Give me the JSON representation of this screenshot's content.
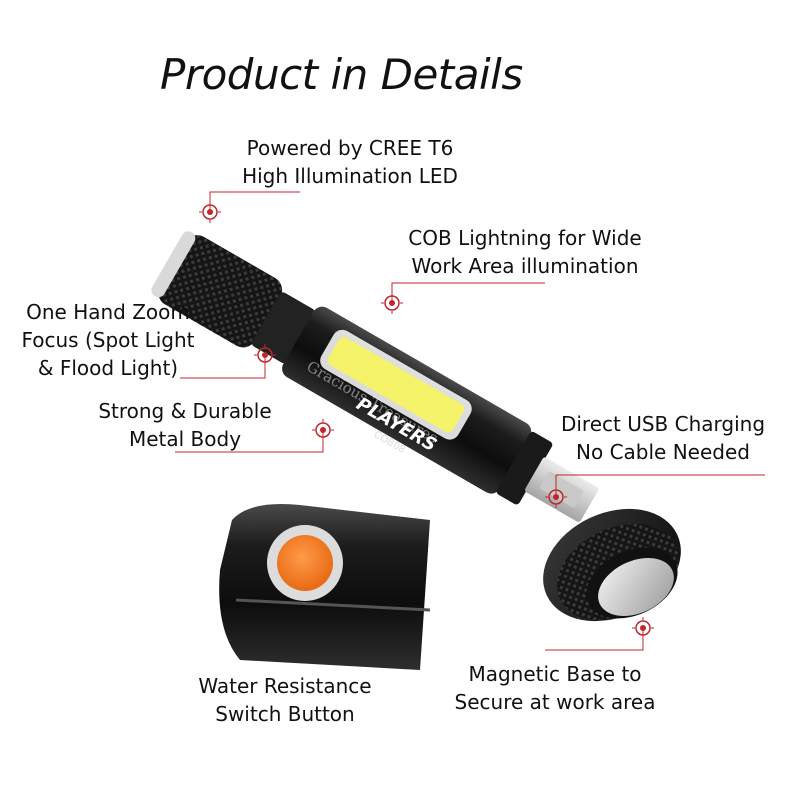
{
  "title": "Product in Details",
  "callouts": {
    "led": [
      "Powered by CREE T6",
      "High Illumination LED"
    ],
    "cob": [
      "COB Lightning for Wide",
      "Work Area illumination"
    ],
    "zoom": [
      "One Hand Zoom",
      "Focus (Spot Light",
      "& Flood Light)"
    ],
    "body": [
      "Strong & Durable",
      "Metal Body"
    ],
    "usb": [
      "Direct USB Charging",
      "No Cable Needed"
    ],
    "switch": [
      "Water Resistance",
      "Switch Button"
    ],
    "magnet": [
      "Magnetic Base to",
      "Secure at work area"
    ]
  },
  "product_text": {
    "brand": "PLAYERS",
    "model": "COB08",
    "watermark": "Gracious Treasures"
  },
  "colors": {
    "marker": "#c0262c",
    "cob": "#f4f36a",
    "button": "#f07a22"
  }
}
